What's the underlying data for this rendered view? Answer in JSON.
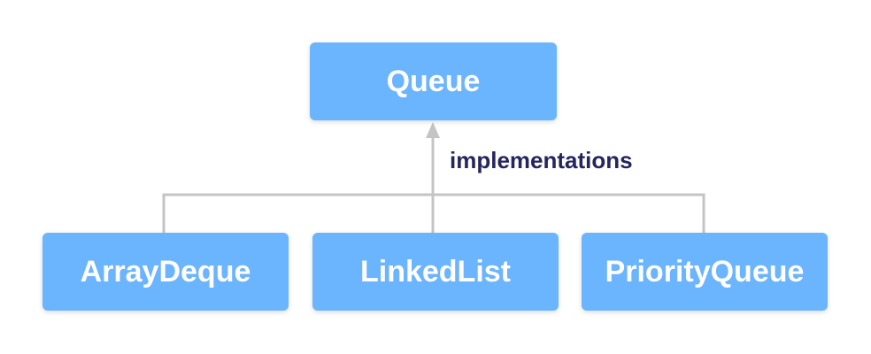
{
  "diagram": {
    "parent": {
      "label": "Queue"
    },
    "relation_label": "implementations",
    "children": [
      {
        "label": "ArrayDeque"
      },
      {
        "label": "LinkedList"
      },
      {
        "label": "PriorityQueue"
      }
    ]
  },
  "colors": {
    "node_fill": "#6bb4fe",
    "node_text": "#ffffff",
    "connector": "#c4c4c4",
    "label_text": "#25265e"
  }
}
